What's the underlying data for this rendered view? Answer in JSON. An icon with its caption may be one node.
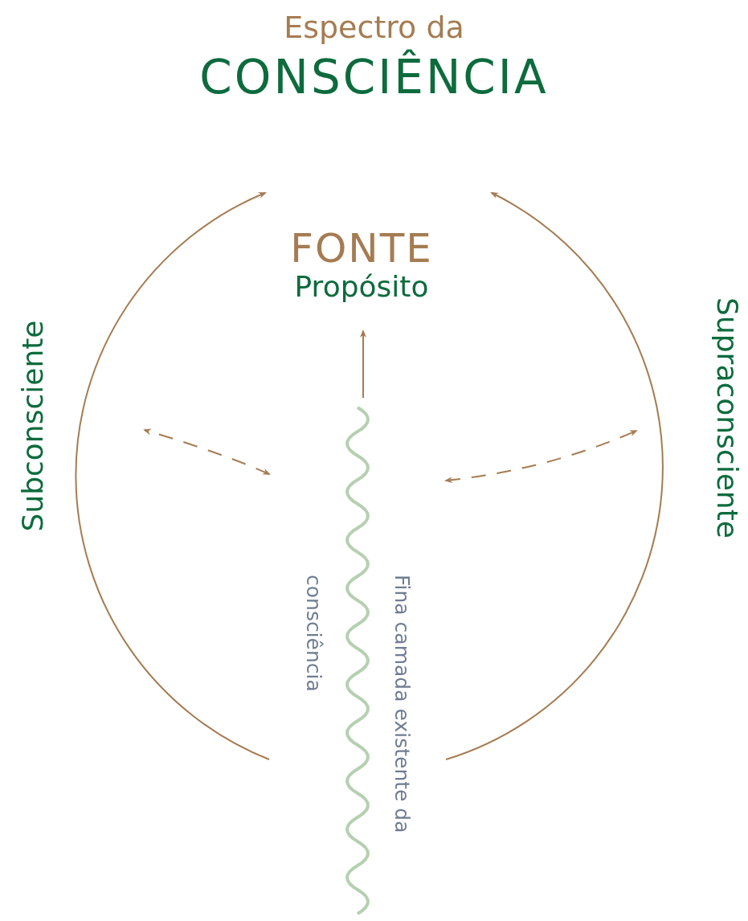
{
  "diagram": {
    "title": "Espectro da **CONSCIÊNCIA**",
    "nodes": [
      {
        "text": [
          "FONTE",
          "Propósito"
        ]
      },
      {
        "text": [
          "Fina camada existente da consciência"
        ]
      }
    ],
    "edges": [
      {
        "from": 1,
        "to": 0,
        "arrow": "to"
      },
      {
        "from": 1,
        "to": null,
        "arrow": "both",
        "style": "dashed"
      },
      {
        "from": 1,
        "to": null,
        "arrow": "both",
        "style": "dashed"
      },
      {
        "from": 1,
        "to": null,
        "arrow": "to",
        "label": "Subconsciente"
      },
      {
        "from": 1,
        "to": null,
        "arrow": "to",
        "label": "Supraconsciente"
      }
    ]
  }
}
